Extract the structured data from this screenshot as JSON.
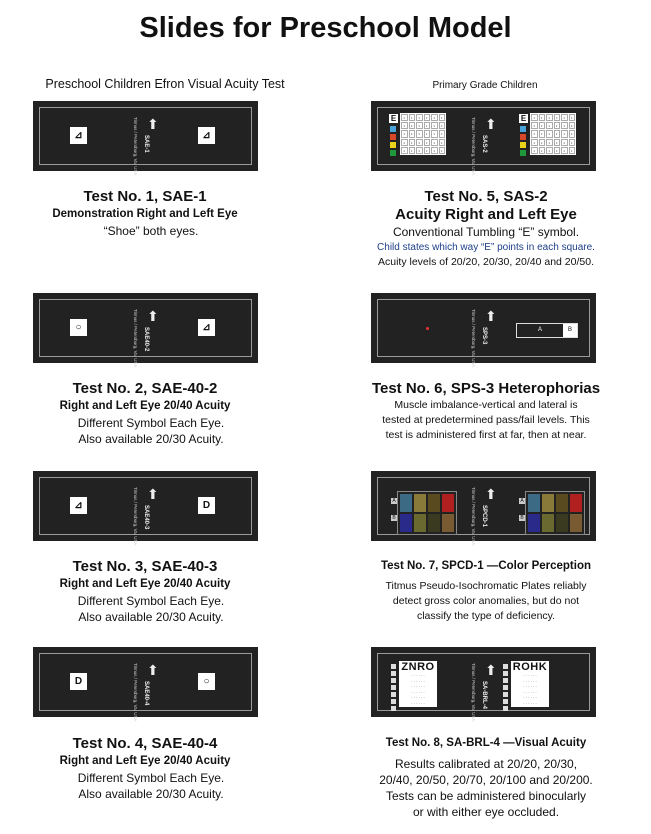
{
  "title": "Slides for Preschool Model",
  "left_heading": "Preschool Children Efron Visual Acuity Test",
  "right_heading": "Primary Grade Children",
  "colors": {
    "slide_bg": "#222222",
    "frame": "#9a9a9a",
    "blue_text": "#1d3f8a"
  },
  "maker_text": "Titmus / Petersburg, Va. USA",
  "slides": [
    {
      "id": "sae-1",
      "code": "SAE-1",
      "type": "symbols",
      "symbols": [
        "⊿",
        "⊿"
      ],
      "lines": [
        {
          "t": "Test No. 1, SAE-1",
          "s": "h"
        },
        {
          "t": "Demonstration Right and Left Eye",
          "s": "b"
        },
        {
          "t": "“Shoe” both eyes.",
          "s": "n"
        }
      ]
    },
    {
      "id": "sae-40-2",
      "code": "SAE40-2",
      "type": "symbols",
      "symbols": [
        "○",
        "⊿"
      ],
      "lines": [
        {
          "t": "Test No. 2, SAE-40-2",
          "s": "h"
        },
        {
          "t": "Right and Left Eye 20/40 Acuity",
          "s": "b"
        },
        {
          "t": "Different Symbol Each Eye.",
          "s": "n"
        },
        {
          "t": "Also available 20/30 Acuity.",
          "s": "n"
        }
      ]
    },
    {
      "id": "sae-40-3",
      "code": "SAE40-3",
      "type": "symbols",
      "symbols": [
        "⊿",
        "D"
      ],
      "lines": [
        {
          "t": "Test No. 3, SAE-40-3",
          "s": "h"
        },
        {
          "t": "Right and Left Eye 20/40 Acuity",
          "s": "b"
        },
        {
          "t": "Different Symbol Each Eye.",
          "s": "n"
        },
        {
          "t": "Also available 20/30 Acuity.",
          "s": "n"
        }
      ]
    },
    {
      "id": "sae-40-4",
      "code": "SAE40-4",
      "type": "symbols",
      "symbols": [
        "D",
        "○"
      ],
      "lines": [
        {
          "t": "Test No. 4, SAE-40-4",
          "s": "h"
        },
        {
          "t": "Right and Left Eye 20/40 Acuity",
          "s": "b"
        },
        {
          "t": "Different Symbol Each Eye.",
          "s": "n"
        },
        {
          "t": "Also available 20/30 Acuity.",
          "s": "n"
        }
      ]
    },
    {
      "id": "sas-2",
      "code": "SAS-2",
      "type": "echart",
      "chips": [
        "#4aa3d8",
        "#d9472b",
        "#e8d21a",
        "#1f9a3a"
      ],
      "lines": [
        {
          "t": "Test No. 5, SAS-2",
          "s": "h"
        },
        {
          "t": "Acuity Right and Left Eye",
          "s": "h"
        },
        {
          "t": "Conventional Tumbling “E” symbol.",
          "s": "n"
        },
        {
          "t": "Child states which way “E” points in each square.",
          "s": "blue"
        },
        {
          "t": "Acuity levels of 20/20, 20/30, 20/40 and 20/50.",
          "s": "s"
        }
      ]
    },
    {
      "id": "sps-3",
      "code": "SPS-3",
      "type": "phoria",
      "box_labels": [
        "A",
        "B"
      ],
      "lines": [
        {
          "t": "Test No. 6, SPS-3 Heterophorias",
          "s": "h"
        },
        {
          "t": "Muscle imbalance-vertical and lateral is",
          "s": "s"
        },
        {
          "t": "tested at predetermined pass/fail levels. This",
          "s": "s"
        },
        {
          "t": "test is administered first at far, then at near.",
          "s": "s"
        }
      ]
    },
    {
      "id": "spcd-1",
      "code": "SPCD-1",
      "type": "color",
      "plates": [
        "#3c6a85",
        "#8a7a3a",
        "#5a4a20",
        "#b02020",
        "#2a2a8a",
        "#6a6a30",
        "#3a3a20",
        "#7a5a30"
      ],
      "lines": [
        {
          "t": "Test No. 7, SPCD-1 —Color Perception",
          "s": "b"
        },
        {
          "t": "Titmus Pseudo-Isochromatic Plates reliably",
          "s": "s"
        },
        {
          "t": "detect gross color anomalies, but do not",
          "s": "s"
        },
        {
          "t": "classify the type of deficiency.",
          "s": "s"
        }
      ]
    },
    {
      "id": "sa-brl-4",
      "code": "SA-BRL-4",
      "type": "letters",
      "left_letters": "ZNRO",
      "right_letters": "ROHK",
      "lines": [
        {
          "t": "Test No. 8, SA-BRL-4 —Visual Acuity",
          "s": "b"
        },
        {
          "t": "Results calibrated at 20/20, 20/30,",
          "s": "n"
        },
        {
          "t": "20/40, 20/50, 20/70, 20/100 and 20/200.",
          "s": "n"
        },
        {
          "t": "Tests can be administered binocularly",
          "s": "n"
        },
        {
          "t": "or with either eye occluded.",
          "s": "n"
        }
      ]
    }
  ]
}
